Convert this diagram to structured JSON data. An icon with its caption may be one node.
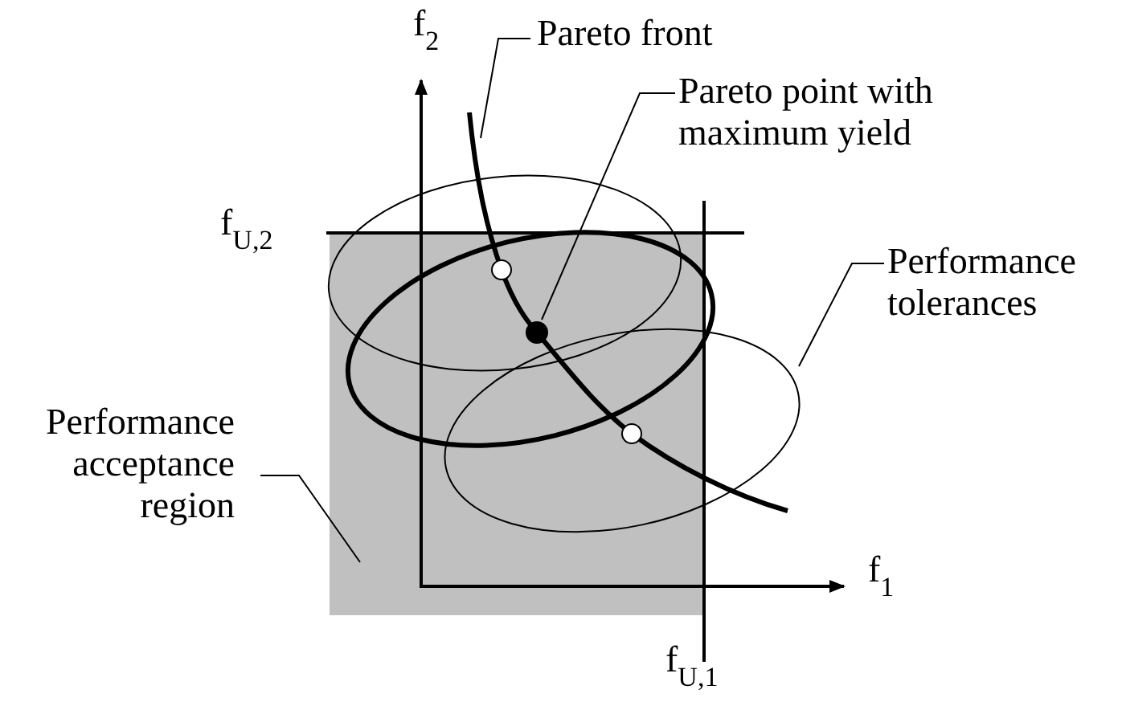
{
  "diagram": {
    "nodes": [
      {
        "text": [
          "Pareto front"
        ]
      },
      {
        "text": [],
        "shape": "curve"
      },
      {
        "text": [
          "Pareto point with maximum yield"
        ]
      },
      {
        "text": [],
        "shape": "circle"
      },
      {
        "text": [
          "Performance tolerances"
        ]
      },
      {
        "text": [],
        "shape": "ellipse"
      },
      {
        "text": [
          "Performance acceptance region"
        ]
      },
      {
        "text": [],
        "shape": "box"
      }
    ],
    "edges": [
      {
        "from": 0,
        "to": 1,
        "arrow": "none"
      },
      {
        "from": 2,
        "to": 3,
        "arrow": "none"
      },
      {
        "from": 4,
        "to": 5,
        "arrow": "none"
      },
      {
        "from": 6,
        "to": 7,
        "arrow": "none"
      }
    ],
    "labels": [
      "f$_{2}$",
      "f$_{U,2}$",
      "f$_{1}$",
      "f$_{U,1}$"
    ]
  }
}
